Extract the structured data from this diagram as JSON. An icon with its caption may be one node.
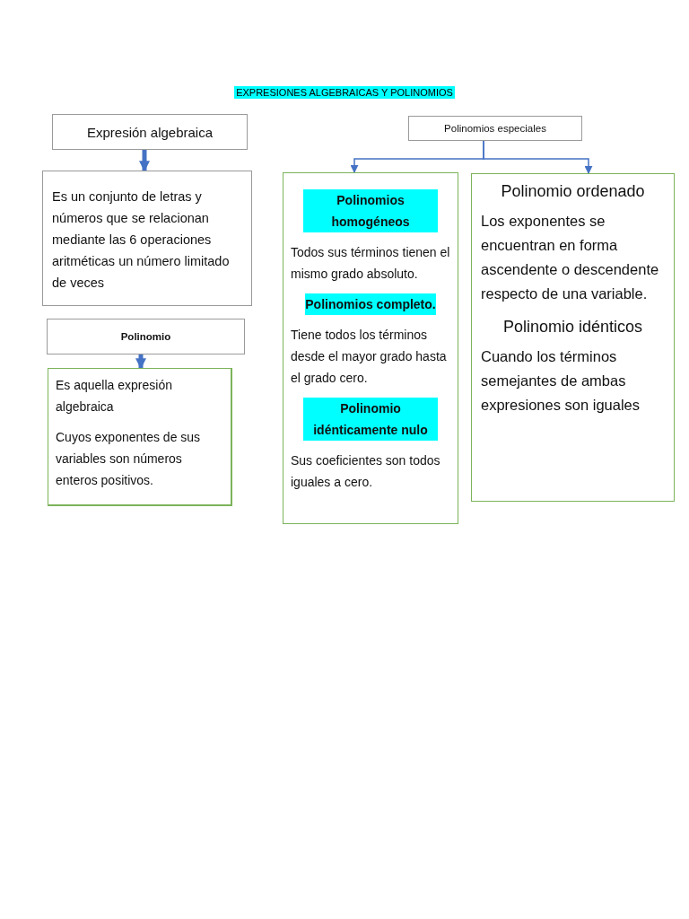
{
  "diagram": {
    "title": "EXPRESIONES ALGEBRAICAS Y POLINOMIOS",
    "nodes": [
      {
        "text": [
          "Expresión algebraica"
        ]
      },
      {
        "text": [
          "Es un conjunto de letras y números que se relacionan mediante las 6 operaciones aritméticas un número limitado de veces"
        ]
      },
      {
        "text": [
          "Polinomio"
        ]
      },
      {
        "text": [
          "Es aquella expresión algebraica",
          "Cuyos exponentes de sus variables son números enteros positivos."
        ]
      },
      {
        "text": [
          "Polinomios especiales"
        ]
      },
      {
        "text": [
          "Polinomios homogéneos",
          "Todos sus términos tienen el mismo grado absoluto.",
          "Polinomios completo.",
          "Tiene todos los términos desde el mayor grado hasta el grado cero.",
          "Polinomio idénticamente nulo",
          "Sus coeficientes son todos iguales a cero."
        ]
      },
      {
        "text": [
          "Polinomio ordenado",
          "Los exponentes se encuentran en forma ascendente o descendente respecto de una variable.",
          "Polinomio idénticos",
          "Cuando los términos semejantes de ambas expresiones son iguales"
        ]
      }
    ],
    "edges": [
      {
        "from": 0,
        "to": 1,
        "arrow": "to",
        "style": "thick"
      },
      {
        "from": 2,
        "to": 3,
        "arrow": "to",
        "style": "thick"
      },
      {
        "from": 4,
        "to": 5,
        "arrow": "to"
      },
      {
        "from": 4,
        "to": 6,
        "arrow": "to"
      }
    ]
  }
}
